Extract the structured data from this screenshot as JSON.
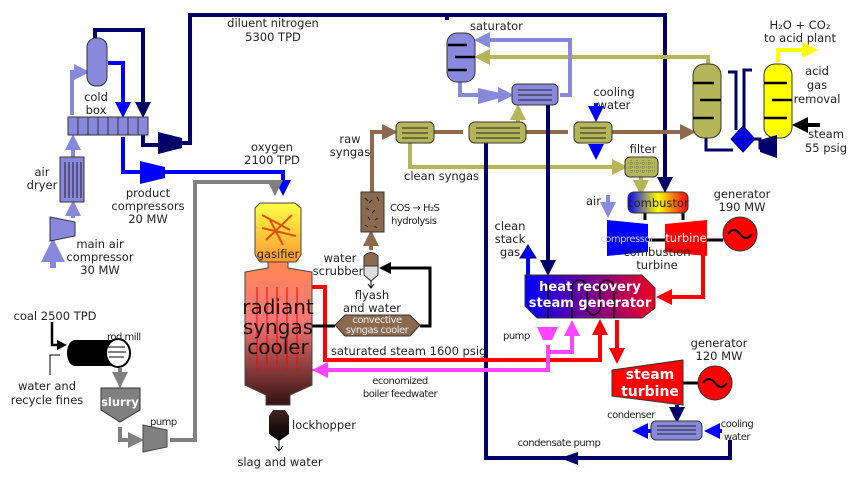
{
  "colors": {
    "nitrogen": "#000066",
    "oxygen": "#0000ff",
    "air": "#8888dd",
    "slurry": "#808080",
    "raw_syngas": "#8b6a4f",
    "clean_syngas": "#b5b55a",
    "steam": "#ff0000",
    "feedwater": "#ff44ff",
    "acid_gas": "#ffff00"
  },
  "labels": {
    "diluent_nitrogen": [
      "diluent nitrogen",
      "5300 TPD"
    ],
    "cold_box": [
      "cold",
      "box"
    ],
    "air_dryer": [
      "air",
      "dryer"
    ],
    "main_air_compressor": [
      "main air",
      "compressor",
      "30 MW"
    ],
    "product_compressors": [
      "product",
      "compressors",
      "20 MW"
    ],
    "oxygen": [
      "oxygen",
      "2100 TPD"
    ],
    "gasifier": "gasifier",
    "radiant_syngas_cooler": [
      "radiant",
      "syngas",
      "cooler"
    ],
    "lockhopper": "lockhopper",
    "slag_and_water": "slag and water",
    "coal": "coal 2500 TPD",
    "rod_mill": "rod mill",
    "water_recycle": [
      "water and",
      "recycle fines"
    ],
    "slurry": "slurry",
    "slurry_pump": "pump",
    "raw_syngas": [
      "raw",
      "syngas"
    ],
    "cos_hydrolysis": [
      "COS → H₂S",
      "hydrolysis"
    ],
    "water_scrubber": [
      "water",
      "scrubber"
    ],
    "flyash": [
      "flyash",
      "and water"
    ],
    "convective_cooler": [
      "convective",
      "syngas cooler"
    ],
    "saturated_steam": "saturated steam 1600 psig",
    "economized_feedwater": [
      "economized",
      "boiler feedwater"
    ],
    "saturator": "saturator",
    "clean_syngas": "clean syngas",
    "cooling_water_top": [
      "cooling",
      "water"
    ],
    "filter": "filter",
    "acid_plant": [
      "H₂O + CO₂",
      "to acid plant"
    ],
    "acid_gas_removal": [
      "acid",
      "gas",
      "removal"
    ],
    "steam_55": [
      "steam",
      "55 psig"
    ],
    "air": "air",
    "combustor": "combustor",
    "compressor": "compressor",
    "turbine": "turbine",
    "generator_190": [
      "generator",
      "190 MW"
    ],
    "combustion_turbine": [
      "combustion",
      "turbine"
    ],
    "clean_stack_gas": [
      "clean",
      "stack",
      "gas"
    ],
    "hrsg": [
      "heat recovery",
      "steam generator"
    ],
    "hrsg_pump": "pump",
    "steam_turbine": [
      "steam",
      "turbine"
    ],
    "generator_120": [
      "generator",
      "120 MW"
    ],
    "condenser": "condenser",
    "cooling_water_bottom": [
      "cooling",
      "water"
    ],
    "condensate_pump": "condensate pump"
  }
}
